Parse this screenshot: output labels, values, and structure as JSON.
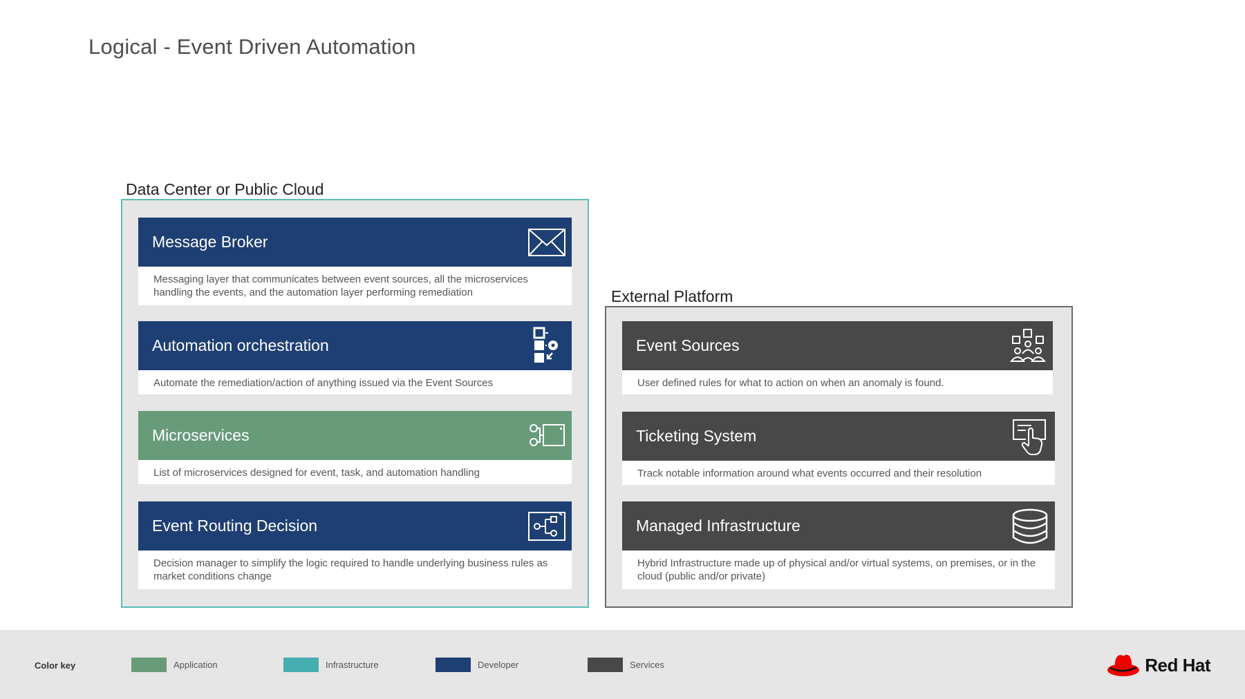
{
  "title": "Logical - Event Driven Automation",
  "groups": {
    "data_center": {
      "label": "Data Center or Public Cloud",
      "cards": [
        {
          "title": "Message Broker",
          "description": "Messaging layer that communicates between event sources, all the microservices handling the events, and the automation layer performing remediation",
          "icon": "envelope-icon",
          "category": "Developer"
        },
        {
          "title": "Automation orchestration",
          "description": "Automate the remediation/action of anything issued via the Event Sources",
          "icon": "automation-gear-icon",
          "category": "Developer"
        },
        {
          "title": "Microservices",
          "description": "List of microservices designed for event, task, and automation handling",
          "icon": "microservices-icon",
          "category": "Application"
        },
        {
          "title": "Event Routing Decision",
          "description": "Decision manager to simplify the logic required to handle underlying business rules as market conditions change",
          "icon": "routing-decision-icon",
          "category": "Developer"
        }
      ]
    },
    "external": {
      "label": "External Platform",
      "cards": [
        {
          "title": "Event Sources",
          "description": "User defined rules for what to action on when an anomaly is found.",
          "icon": "users-network-icon",
          "category": "Services"
        },
        {
          "title": "Ticketing System",
          "description": "Track notable information around what events occurred and their resolution",
          "icon": "touch-screen-icon",
          "category": "Services"
        },
        {
          "title": "Managed Infrastructure",
          "description": "Hybrid Infrastructure made up of physical and/or virtual systems, on premises, or in the cloud (public and/or private)",
          "icon": "database-icon",
          "category": "Services"
        }
      ]
    }
  },
  "color_key": {
    "label": "Color key",
    "items": [
      {
        "name": "Application",
        "color": "#689b79"
      },
      {
        "name": "Infrastructure",
        "color": "#45aeb0"
      },
      {
        "name": "Developer",
        "color": "#1e3f73"
      },
      {
        "name": "Services",
        "color": "#484848"
      }
    ]
  },
  "brand": {
    "name": "Red Hat",
    "color": "#ee0000"
  }
}
